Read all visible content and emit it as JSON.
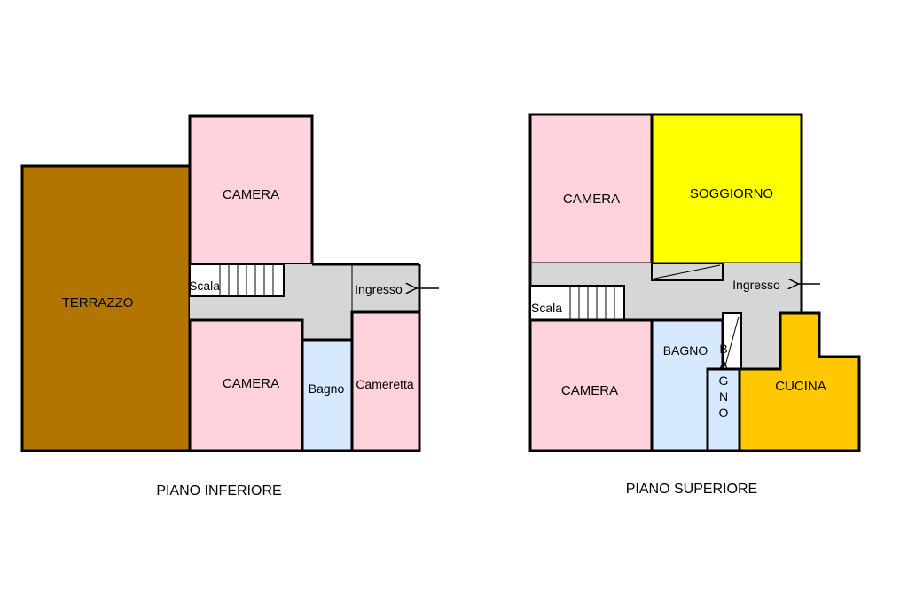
{
  "colors": {
    "terrace": "#b47400",
    "bedroom": "#ffd2dc",
    "bath": "#d6e9ff",
    "hall": "#d6d6d6",
    "living": "#ffff00",
    "kitchen": "#ffc800",
    "wall": "#000000"
  },
  "lower": {
    "caption": "PIANO INFERIORE",
    "rooms": {
      "terrace": "TERRAZZO",
      "bedroom_top": "CAMERA",
      "bedroom_bottom": "CAMERA",
      "stairs": "Scala",
      "entrance": "Ingresso",
      "bath": "Bagno",
      "small_room": "Cameretta"
    }
  },
  "upper": {
    "caption": "PIANO SUPERIORE",
    "rooms": {
      "bedroom_top": "CAMERA",
      "living": "SOGGIORNO",
      "stairs": "Scala",
      "entrance": "Ingresso",
      "bedroom_bottom": "CAMERA",
      "bath_1": "BAGNO",
      "bath_2": "BAGNO",
      "kitchen": "CUCINA"
    }
  }
}
